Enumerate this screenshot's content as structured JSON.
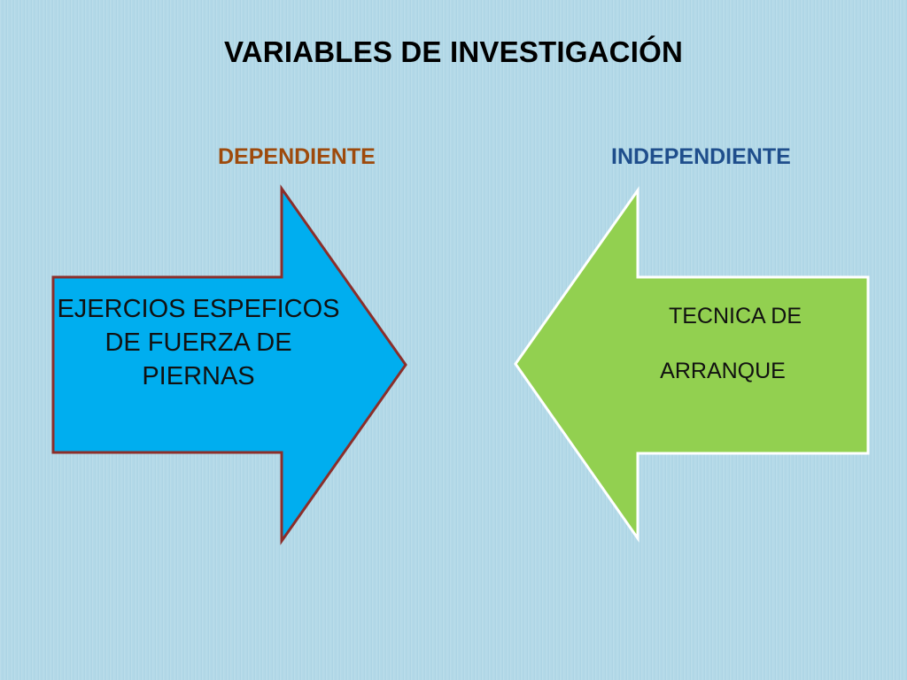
{
  "slide": {
    "title": "VARIABLES DE INVESTIGACIÓN",
    "background_color": "#b3d9e8"
  },
  "dependent": {
    "label": "DEPENDIENTE",
    "label_color": "#9e4a0c",
    "arrow_direction": "right",
    "arrow_fill": "#00aeef",
    "arrow_border": "#8b2e2a",
    "text": "EJERCIOS ESPEFICOS DE FUERZA DE PIERNAS"
  },
  "independent": {
    "label": "INDEPENDIENTE",
    "label_color": "#1f4e8c",
    "arrow_direction": "left",
    "arrow_fill": "#92d050",
    "arrow_border": "#ffffff",
    "text_line1": "TECNICA DE",
    "text_line2": "ARRANQUE"
  }
}
